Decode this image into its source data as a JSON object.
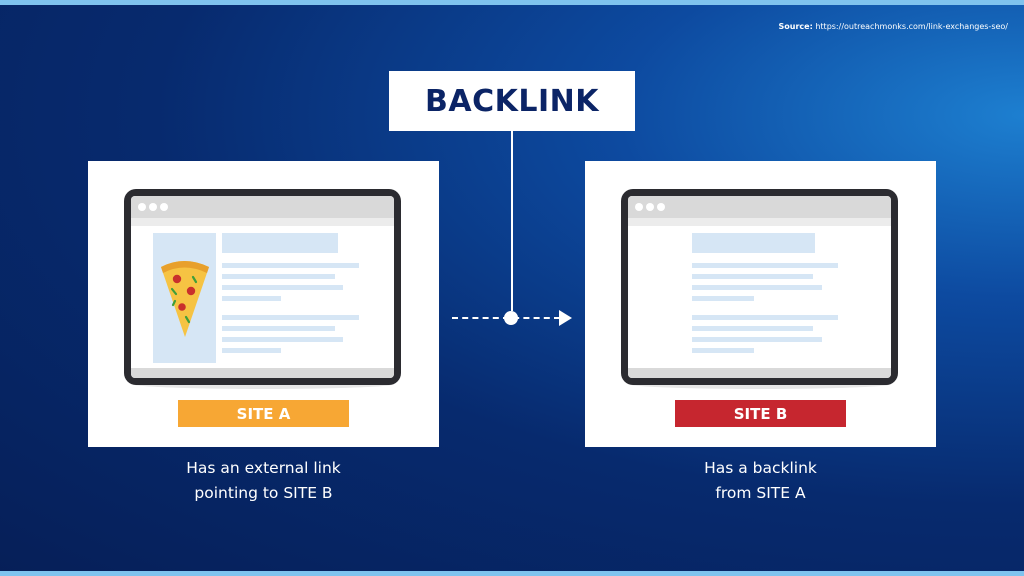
{
  "source": {
    "label": "Source:",
    "url": "https://outreachmonks.com/link-exchanges-seo/"
  },
  "title": "BACKLINK",
  "site_a": {
    "label": "SITE A",
    "color": "#f7a734",
    "caption_line1": "Has an external link",
    "caption_line2": "pointing to SITE B",
    "image_icon": "pizza-slice-icon"
  },
  "site_b": {
    "label": "SITE B",
    "color": "#c6262f",
    "caption_line1": "Has a backlink",
    "caption_line2": "from SITE A"
  },
  "colors": {
    "background": "#072a6e",
    "title_text": "#0b2466",
    "placeholder": "#d6e6f5"
  }
}
